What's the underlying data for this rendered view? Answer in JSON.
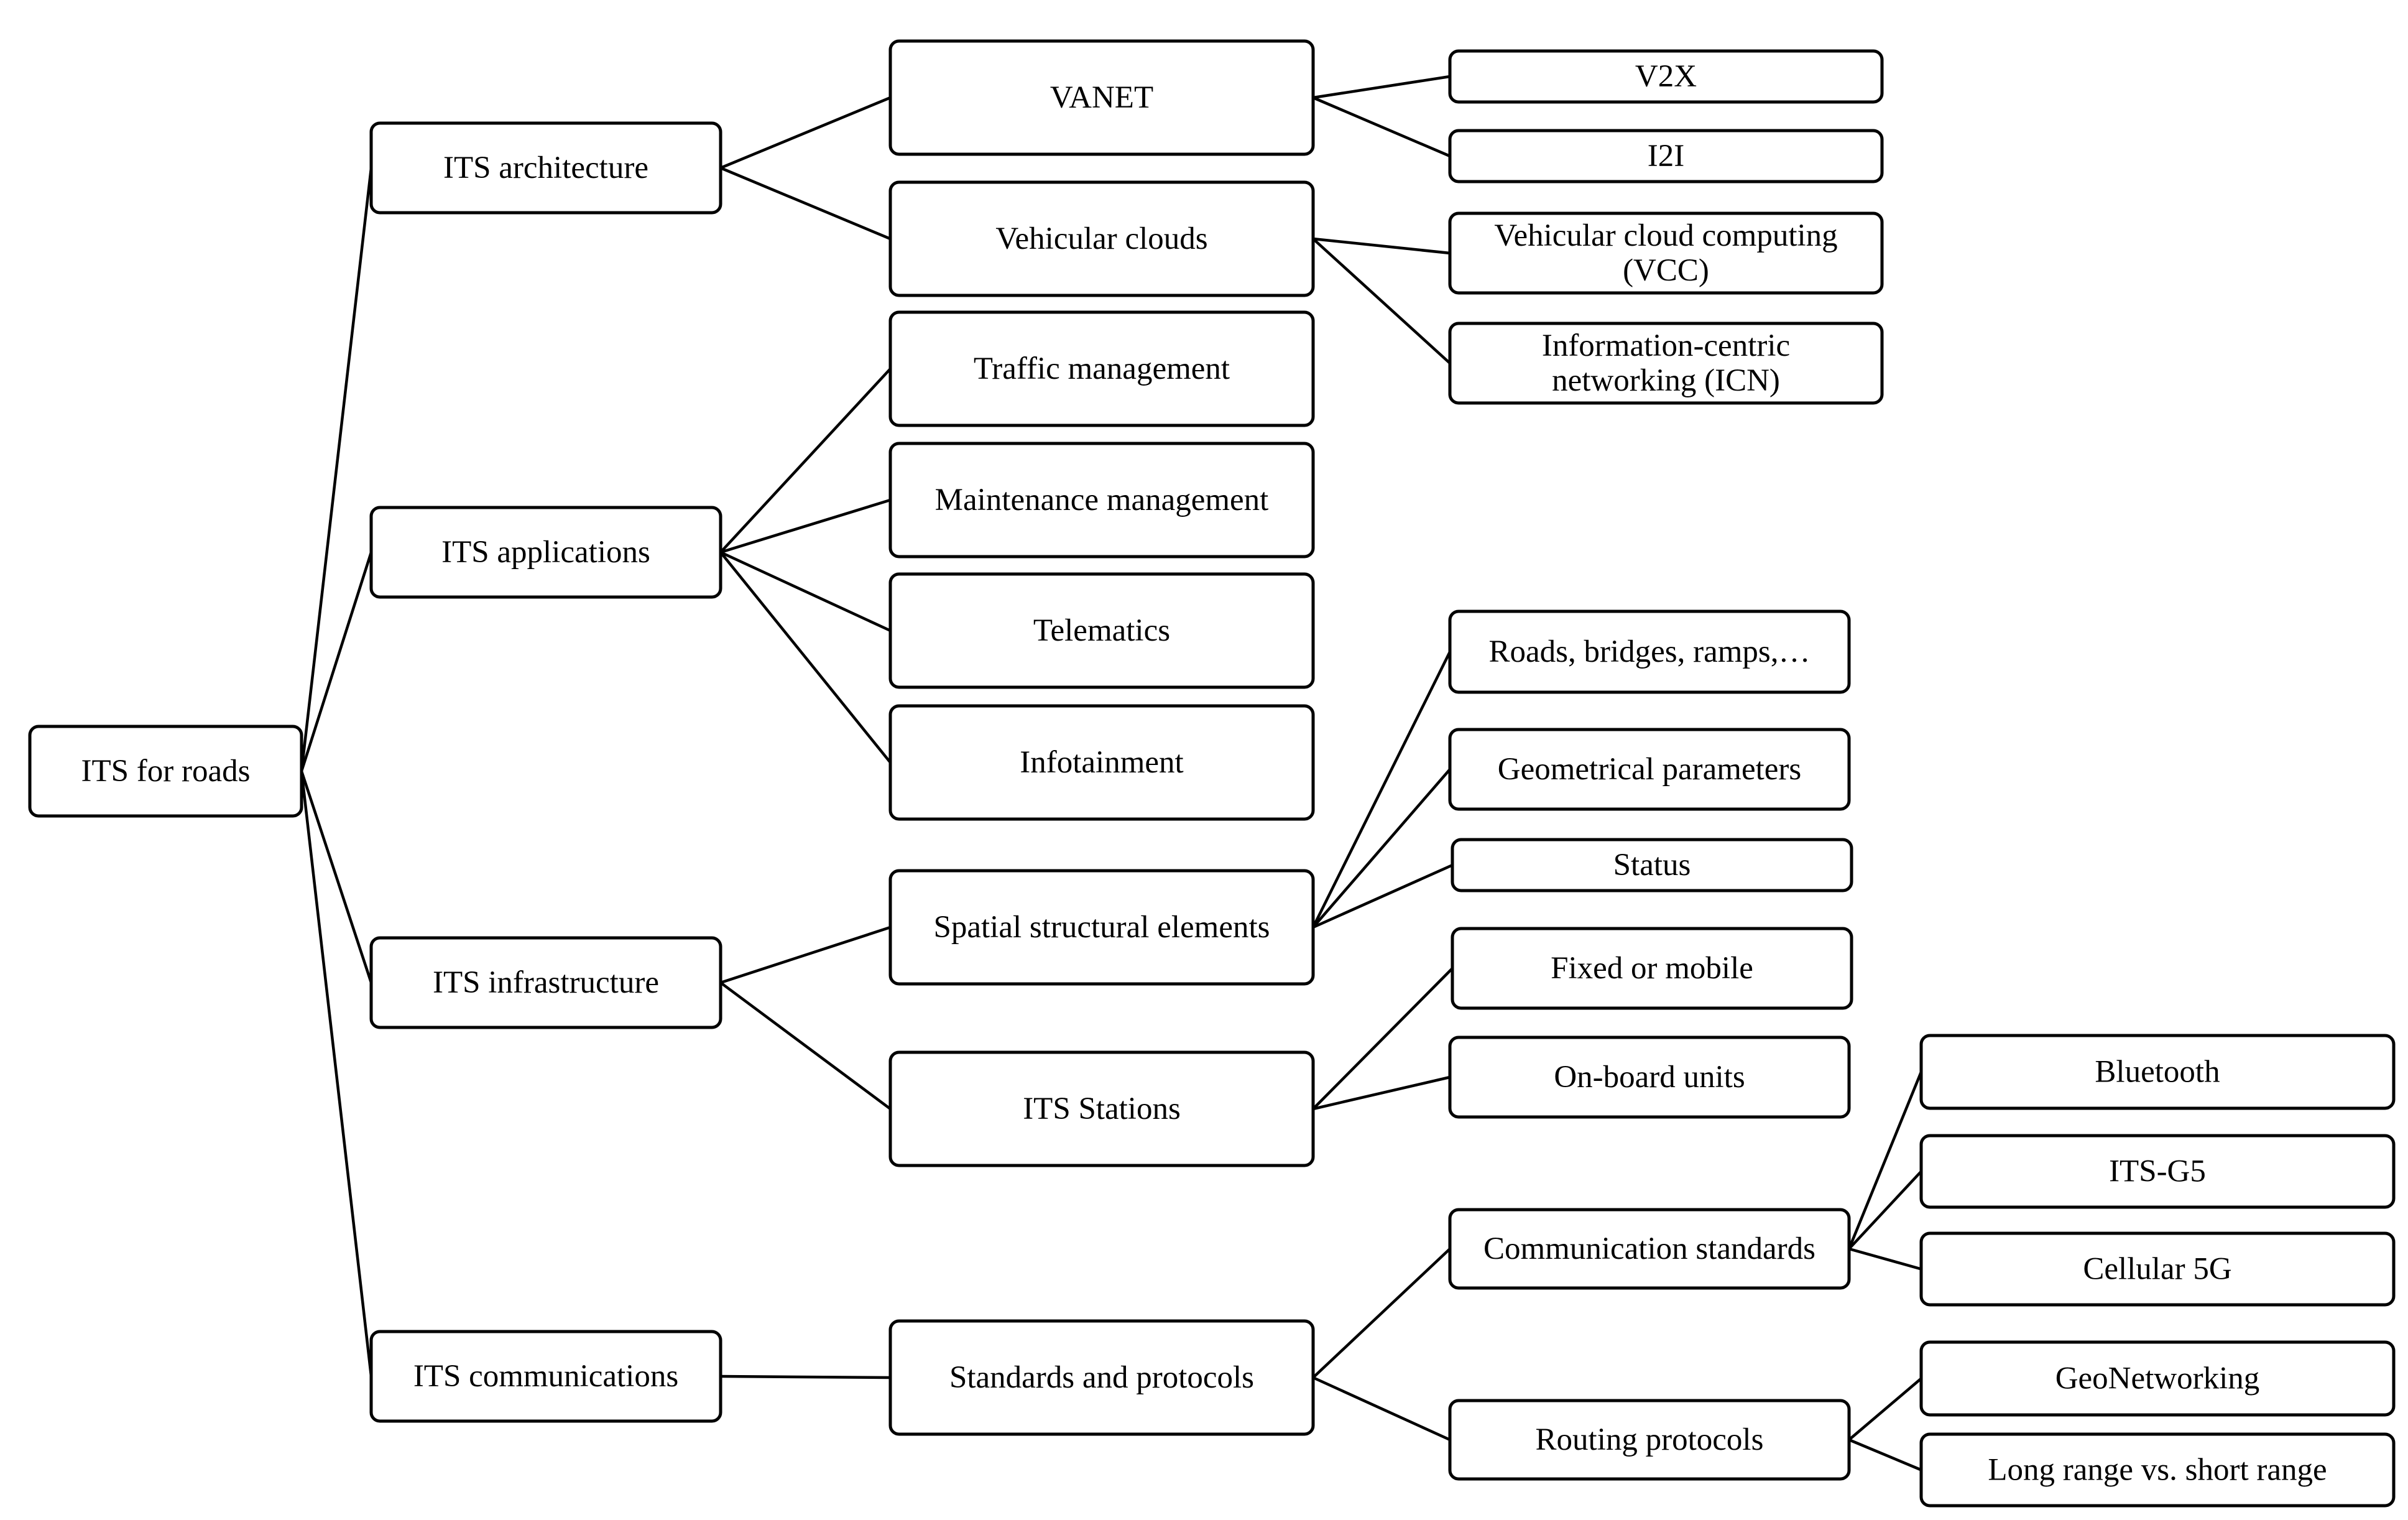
{
  "diagram": {
    "root": {
      "id": "its-for-roads",
      "label": "ITS for roads"
    },
    "nodes": [
      {
        "id": "its-architecture",
        "label": "ITS architecture",
        "parent": "its-for-roads"
      },
      {
        "id": "its-applications",
        "label": "ITS applications",
        "parent": "its-for-roads"
      },
      {
        "id": "its-infrastructure",
        "label": "ITS infrastructure",
        "parent": "its-for-roads"
      },
      {
        "id": "its-communications",
        "label": "ITS communications",
        "parent": "its-for-roads"
      },
      {
        "id": "vanet",
        "label": "VANET",
        "parent": "its-architecture"
      },
      {
        "id": "vehicular-clouds",
        "label": "Vehicular clouds",
        "parent": "its-architecture"
      },
      {
        "id": "traffic-management",
        "label": "Traffic management",
        "parent": "its-applications"
      },
      {
        "id": "maintenance-management",
        "label": "Maintenance management",
        "parent": "its-applications"
      },
      {
        "id": "telematics",
        "label": "Telematics",
        "parent": "its-applications"
      },
      {
        "id": "infotainment",
        "label": "Infotainment",
        "parent": "its-applications"
      },
      {
        "id": "spatial-structural-elements",
        "label": "Spatial structural elements",
        "parent": "its-infrastructure"
      },
      {
        "id": "its-stations",
        "label": "ITS Stations",
        "parent": "its-infrastructure"
      },
      {
        "id": "standards-and-protocols",
        "label": "Standards and protocols",
        "parent": "its-communications"
      },
      {
        "id": "v2x",
        "label": "V2X",
        "parent": "vanet"
      },
      {
        "id": "i2i",
        "label": "I2I",
        "parent": "vanet"
      },
      {
        "id": "vcc",
        "label": "Vehicular cloud computing (VCC)",
        "lines": [
          "Vehicular cloud computing",
          "(VCC)"
        ],
        "parent": "vehicular-clouds"
      },
      {
        "id": "icn",
        "label": "Information-centric networking (ICN)",
        "lines": [
          "Information-centric",
          "networking (ICN)"
        ],
        "parent": "vehicular-clouds"
      },
      {
        "id": "roads-bridges",
        "label": "Roads, bridges, ramps,…",
        "parent": "spatial-structural-elements"
      },
      {
        "id": "geometrical-parameters",
        "label": "Geometrical parameters",
        "parent": "spatial-structural-elements"
      },
      {
        "id": "status",
        "label": "Status",
        "parent": "spatial-structural-elements"
      },
      {
        "id": "fixed-or-mobile",
        "label": "Fixed or mobile",
        "parent": "its-stations"
      },
      {
        "id": "on-board-units",
        "label": "On-board units",
        "parent": "its-stations"
      },
      {
        "id": "communication-standards",
        "label": "Communication standards",
        "parent": "standards-and-protocols"
      },
      {
        "id": "routing-protocols",
        "label": "Routing protocols",
        "parent": "standards-and-protocols"
      },
      {
        "id": "bluetooth",
        "label": "Bluetooth",
        "parent": "communication-standards"
      },
      {
        "id": "its-g5",
        "label": "ITS-G5",
        "parent": "communication-standards"
      },
      {
        "id": "cellular-5g",
        "label": "Cellular 5G",
        "parent": "communication-standards"
      },
      {
        "id": "geonetworking",
        "label": "GeoNetworking",
        "parent": "routing-protocols"
      },
      {
        "id": "long-vs-short-range",
        "label": "Long range vs. short range",
        "parent": "routing-protocols"
      }
    ]
  }
}
